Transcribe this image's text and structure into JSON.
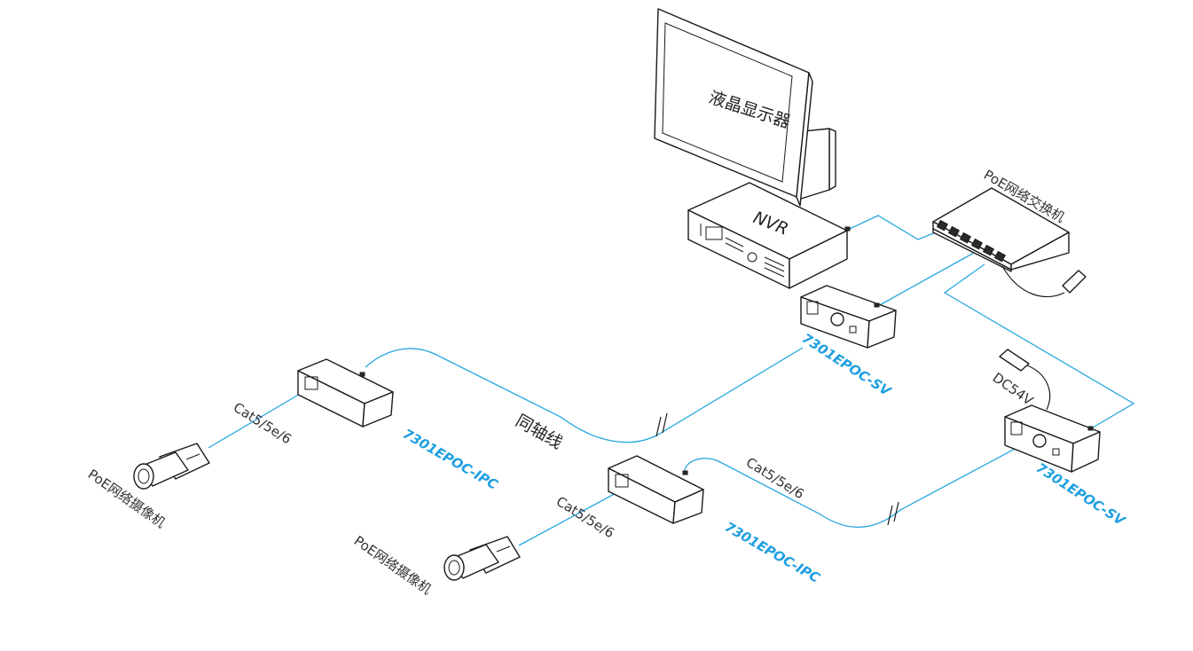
{
  "diagram": {
    "monitor_label": "液晶显示器",
    "nvr_label": "NVR",
    "switch_label": "PoE网络交换机",
    "coax_label": "同轴线",
    "dc_label": "DC54V",
    "cable_labels": [
      "Cat5/5e/6",
      "Cat5/5e/6",
      "Cat5/5e/6"
    ],
    "camera_labels": [
      "PoE网络摄像机",
      "PoE网络摄像机"
    ],
    "sv_labels": [
      "7301EPOC-SV",
      "7301EPOC-SV"
    ],
    "ipc_labels": [
      "7301EPOC-IPC",
      "7301EPOC-IPC"
    ],
    "colors": {
      "cable": "#29a7e1",
      "model_text": "#1e9fe0",
      "outline": "#1a1a1a"
    }
  }
}
